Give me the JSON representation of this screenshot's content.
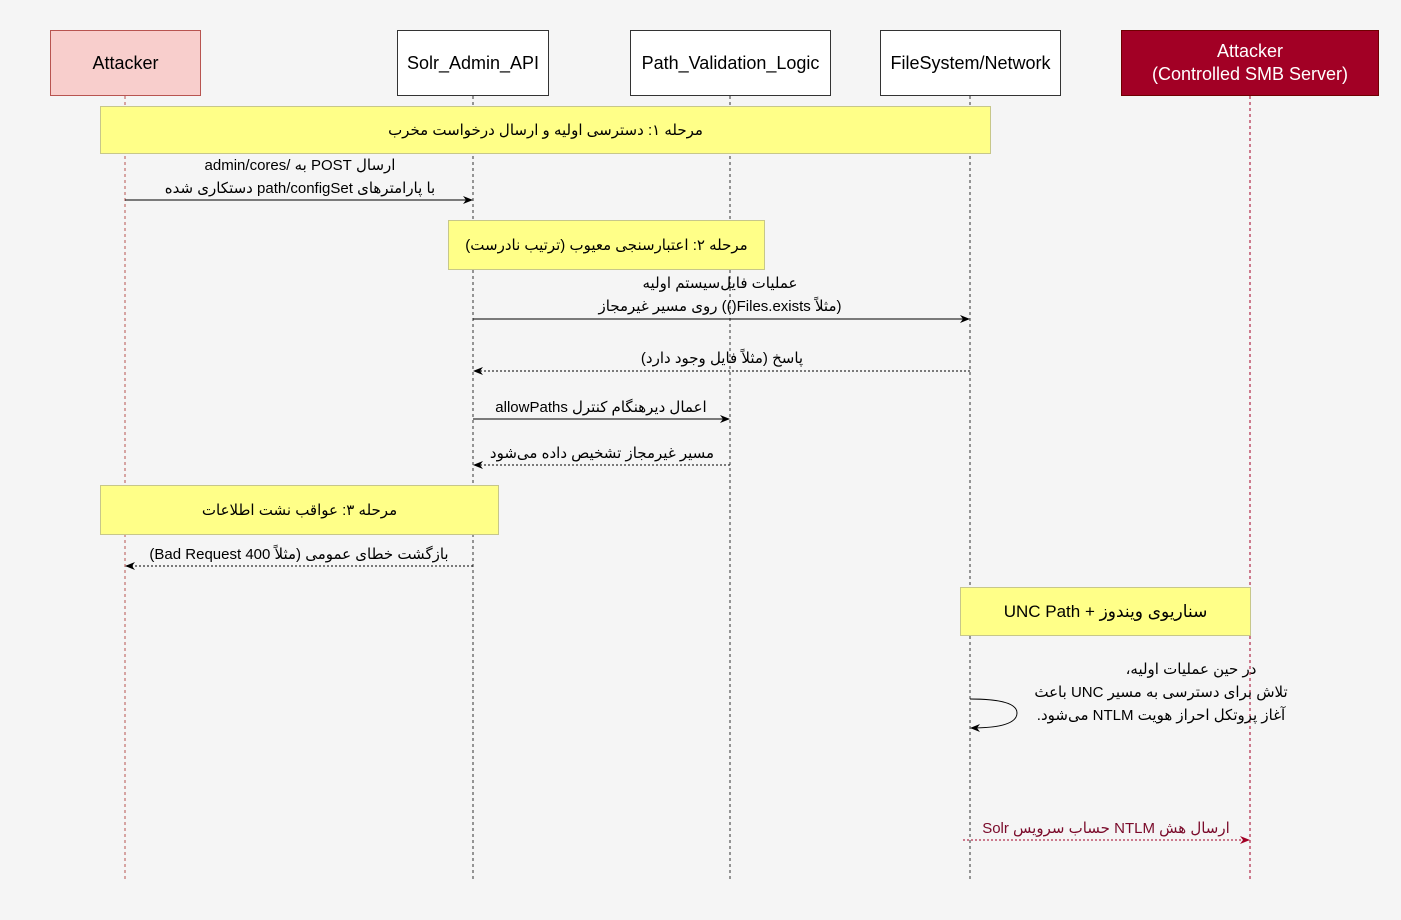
{
  "participants": [
    {
      "id": "attacker",
      "label": "Attacker",
      "fill": "#f8cecc",
      "stroke": "#b85450",
      "text": "#000000"
    },
    {
      "id": "solr",
      "label": "Solr_Admin_API",
      "fill": "#ffffff",
      "stroke": "#333333",
      "text": "#000000"
    },
    {
      "id": "validation",
      "label": "Path_Validation_Logic",
      "fill": "#ffffff",
      "stroke": "#333333",
      "text": "#000000"
    },
    {
      "id": "fs",
      "label": "FileSystem/Network",
      "fill": "#ffffff",
      "stroke": "#333333",
      "text": "#000000"
    },
    {
      "id": "smb",
      "label": "Attacker\n(Controlled SMB Server)",
      "fill": "#a20025",
      "stroke": "#6f0000",
      "text": "#ffffff"
    }
  ],
  "notes": {
    "phase1": "مرحله ۱: دسترسی اولیه و ارسال درخواست مخرب",
    "phase2": "مرحله ۲: اعتبارسنجی معیوب (ترتیب نادرست)",
    "phase3": "مرحله ۳: عواقب نشت اطلاعات",
    "unc": "سناریوی ویندوز + UNC Path"
  },
  "messages": {
    "m1_line1": "ارسال POST به /admin/cores",
    "m1_line2": "با پارامترهای path/configSet دستکاری شده",
    "m2_line1": "عملیات فایل‌سیستم اولیه",
    "m2_line2": "(مثلاً Files.exists()) روی مسیر غیرمجاز",
    "m3": "پاسخ (مثلاً فایل وجود دارد)",
    "m4": "اعمال دیرهنگام کنترل allowPaths",
    "m5": "مسیر غیرمجاز تشخیص داده می‌شود",
    "m6": "بازگشت خطای عمومی (مثلاً 400 Bad Request)",
    "self_line1": "در حین عملیات اولیه،",
    "self_line2": "تلاش برای دسترسی به مسیر UNC باعث",
    "self_line3": "آغاز پروتکل احراز هویت NTLM می‌شود.",
    "m7": "ارسال هش NTLM حساب سرویس Solr"
  },
  "colors": {
    "note_fill": "#ffff88",
    "lifeline": "#333333",
    "attacker_lifeline": "#b85450",
    "smb_lifeline": "#a20025",
    "leak_arrow": "#a20025"
  }
}
